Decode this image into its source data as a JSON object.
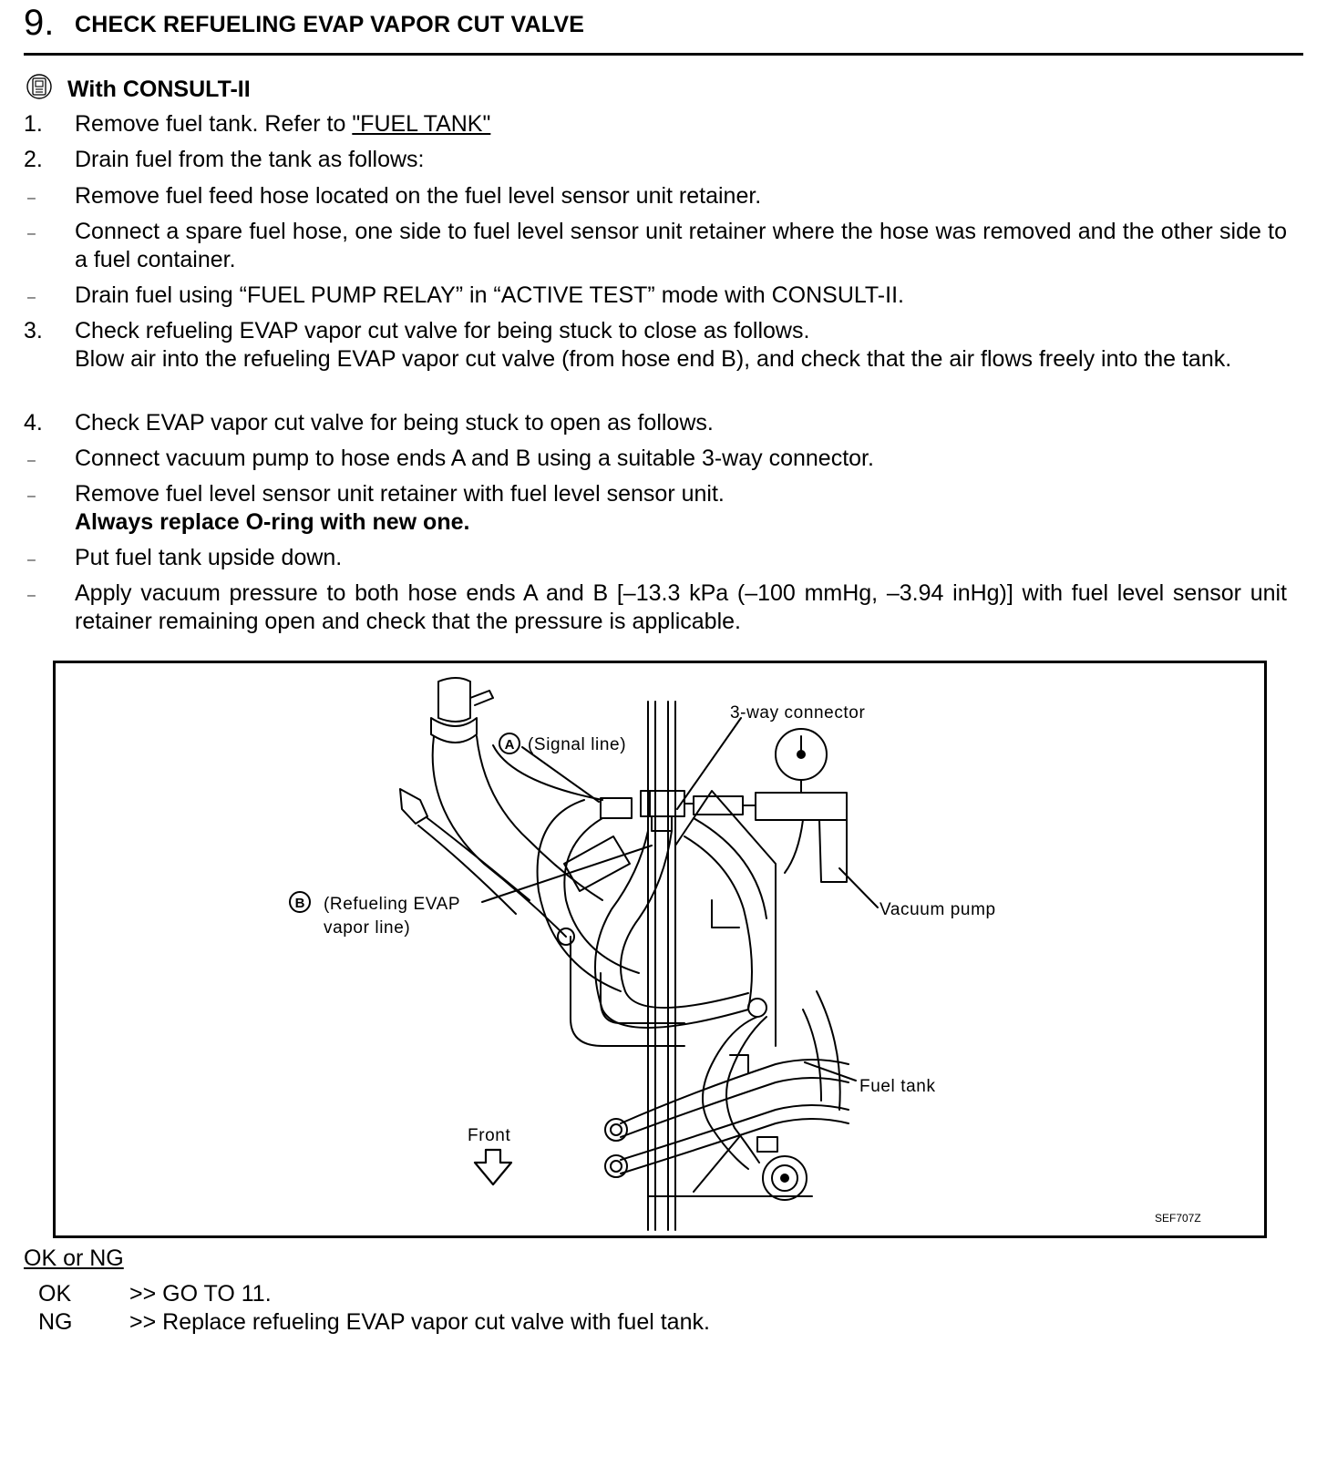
{
  "step": {
    "number": "9.",
    "title": "CHECK REFUELING EVAP VAPOR CUT VALVE"
  },
  "consult": {
    "icon": "consult-tool-icon",
    "label": "With CONSULT-II"
  },
  "instructions": [
    {
      "marker": "1.",
      "text_before": "Remove fuel tank. Refer to ",
      "link": "\"FUEL TANK\""
    },
    {
      "marker": "2.",
      "text": "Drain fuel from the tank as follows:"
    },
    {
      "marker": "–",
      "text": "Remove fuel feed hose located on the fuel level sensor unit retainer."
    },
    {
      "marker": "–",
      "text": "Connect a spare fuel hose, one side to fuel level sensor unit retainer where the hose was removed and the other side to a fuel container."
    },
    {
      "marker": "–",
      "text": "Drain fuel using “FUEL PUMP RELAY” in “ACTIVE TEST” mode with CONSULT-II."
    },
    {
      "marker": "3.",
      "text": "Check refueling EVAP vapor cut valve for being stuck to close as follows.",
      "text2": "Blow air into the refueling EVAP vapor cut valve (from hose end B), and check that the air flows freely into the tank."
    },
    {
      "marker": "4.",
      "text": "Check EVAP vapor cut valve for being stuck to open as follows."
    },
    {
      "marker": "–",
      "text": "Connect vacuum pump to hose ends A and B using a suitable 3-way connector."
    },
    {
      "marker": "–",
      "text": "Remove fuel level sensor unit retainer with fuel level sensor unit.",
      "note": "Always replace O-ring with new one."
    },
    {
      "marker": "–",
      "text": "Put fuel tank upside down."
    },
    {
      "marker": "–",
      "text": "Apply vacuum pressure to both hose ends A and B [–13.3 kPa (–100 mmHg, –3.94 inHg)] with fuel level sensor unit retainer remaining open and check that the pressure is applicable."
    }
  ],
  "figure": {
    "label_a_letter": "A",
    "label_a_text": "(Signal line)",
    "label_b_letter": "B",
    "label_b_text_1": "(Refueling EVAP",
    "label_b_text_2": "vapor line)",
    "label_connector": "3-way connector",
    "label_pump": "Vacuum pump",
    "label_tank": "Fuel tank",
    "label_front": "Front",
    "code": "SEF707Z"
  },
  "result": {
    "heading": "OK or NG",
    "rows": [
      {
        "code": "OK",
        "text": ">> GO TO 11."
      },
      {
        "code": "NG",
        "text": ">> Replace refueling EVAP vapor cut valve with fuel tank."
      }
    ]
  }
}
